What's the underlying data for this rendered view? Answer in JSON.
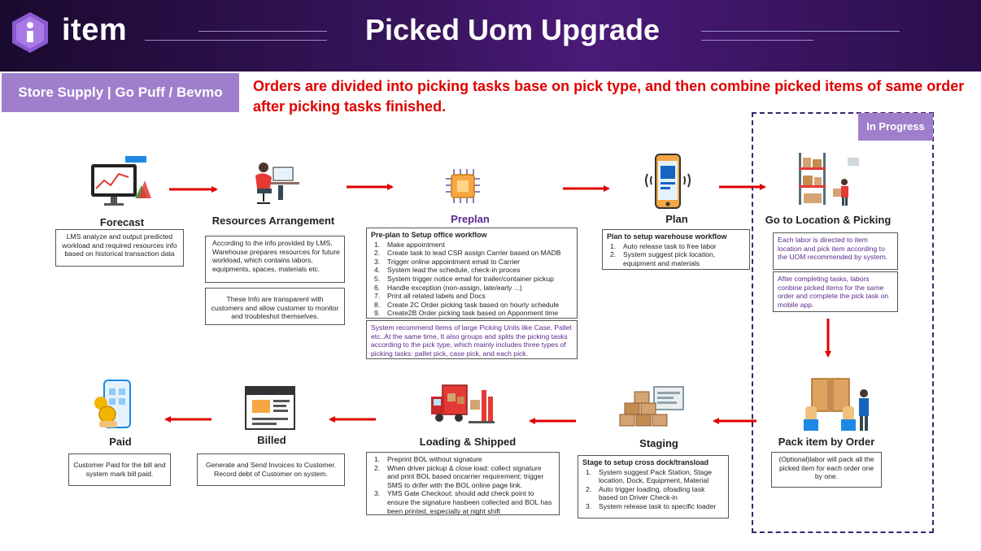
{
  "header": {
    "brand": "item",
    "title": "Picked Uom Upgrade"
  },
  "tag": "Store Supply | Go Puff / Bevmo",
  "subtitle": "Orders are divided into picking tasks base on pick type, and then combine picked items of same order after picking tasks finished.",
  "in_progress": "In Progress",
  "colors": {
    "accent": "#9f7fcb",
    "arrow": "#e00000",
    "header": "#3a1560"
  },
  "steps": {
    "forecast": {
      "title": "Forecast",
      "desc": "LMS analyze and output predicted workload and required resources info based on historical transaction data"
    },
    "resources": {
      "title": "Resources Arrangement",
      "desc": "According to the info provided by LMS, Warehouse prepares resources for future workload, which contains labors, equipments, spaces, materials etc.",
      "desc2": "These Info are transparent with customers and allow customer to monitor and troubleshot themselves."
    },
    "preplan": {
      "title": "Preplan",
      "heading": "Pre-plan to Setup office workflow",
      "items": [
        "Make appointment",
        "Create task to lead CSR assign Carrier based on MADB",
        "Trigger online appointment email to Carrier",
        "System lead the schedule, check-in proces",
        "System trigger notice email for trailer/container pickup",
        "Handle exception (non-assign, late/early ...)",
        "Print all related labels and Docs",
        "Create 2C Order picking task based on hourly schedule",
        "Create2B Order picking task based on Apponment time"
      ],
      "note": "System recommend Items of large Picking Units like Case, Pallet etc..At the same time, It also groups and splits the picking tasks according to the pick type, which mainly includes three types of picking tasks: pallet pick, case pick, and each pick."
    },
    "plan": {
      "title": "Plan",
      "heading": "Plan to setup warehouse workflow",
      "items": [
        "Auto release task to free labor",
        "System suggest pick location, equipment and materials"
      ]
    },
    "goto": {
      "title": "Go to Location & Picking",
      "desc": "Each labor is directed to item location and pick item according to the UOM recommended by system.",
      "desc2": "After completing tasks, labors conbine picked items for the same order and complete the pick task on mobile app."
    },
    "pack": {
      "title": "Pack item by Order",
      "desc": "(Optional)labor will pack all the picked item for each order one by one."
    },
    "staging": {
      "title": "Staging",
      "heading": "Stage to setup cross dock/transload",
      "items": [
        "System suggest Pack Station, Stage location, Dock, Equipment, Material",
        "Auto trigger loading, ofoading task based on Driver Check-in",
        "System release task to specific loader"
      ]
    },
    "loading": {
      "title": "Loading & Shipped",
      "items": [
        "Preprint BOL without signature",
        " When driver pickup & close load: collect signature and print BOL based oncarrier requirement; trigger SMS to drifer with the BOL online page link.",
        "YMS Gate Checkout: should add check point to ensure the signature hasbeen collected and BOL has been printed, especially at night shift"
      ]
    },
    "billed": {
      "title": "Billed",
      "desc": "Generate and Send Invoices to Customer. Record debt of Customer on system."
    },
    "paid": {
      "title": "Paid",
      "desc": "Customer Paid for the bill and system mark bill paid."
    }
  },
  "icons": [
    "logo-icon",
    "monitor-chart-icon",
    "worker-desk-icon",
    "chip-icon",
    "phone-app-icon",
    "warehouse-shelf-icon",
    "pack-box-icon",
    "boxes-stack-icon",
    "truck-loading-icon",
    "bill-icon",
    "payment-phone-icon"
  ]
}
